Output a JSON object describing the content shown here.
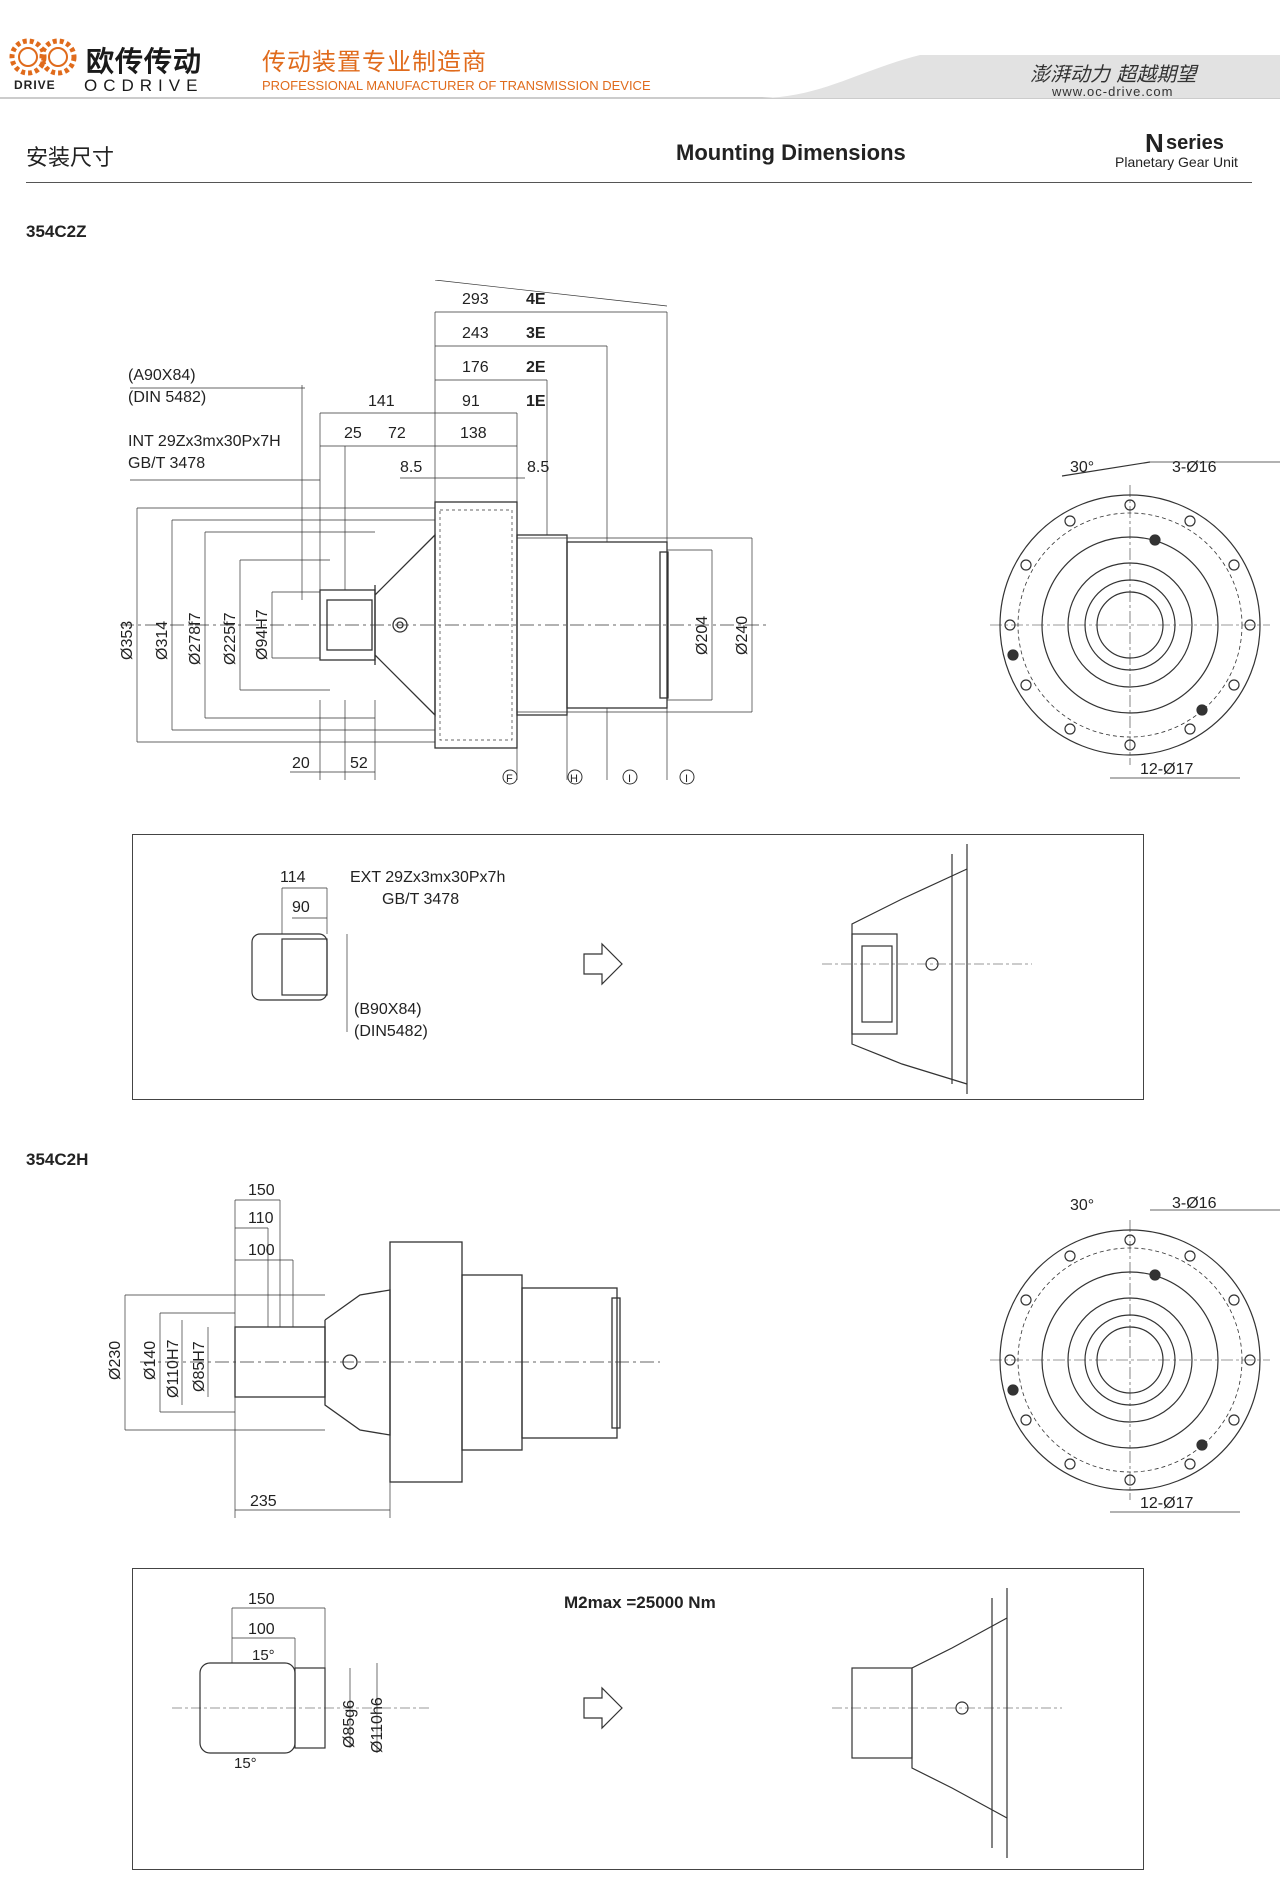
{
  "header": {
    "brand_cn": "欧传传动",
    "brand_en": "OCDRIVE",
    "drive_label": "DRIVE",
    "tagline_cn": "传动装置专业制造商",
    "tagline_en": "PROFESSIONAL MANUFACTURER OF TRANSMISSION DEVICE",
    "slogan": "澎湃动力 超越期望",
    "website": "www.oc-drive.com"
  },
  "section": {
    "title_cn": "安装尺寸",
    "title_en": "Mounting Dimensions",
    "series_letter": "N",
    "series_word": "series",
    "series_sub": "Planetary Gear Unit"
  },
  "models": {
    "m1": {
      "name": "354C2Z",
      "dims": {
        "d293": "293",
        "e4": "4E",
        "d243": "243",
        "e3": "3E",
        "d176": "176",
        "e2": "2E",
        "d91": "91",
        "e1": "1E",
        "d141": "141",
        "d25": "25",
        "d72": "72",
        "d138": "138",
        "d85a": "8.5",
        "d85b": "8.5",
        "a90": "(A90X84)",
        "din5482": "(DIN 5482)",
        "int": "INT 29Zx3mx30Px7H",
        "gbt": "GB/T 3478",
        "o353": "Ø353",
        "o314": "Ø314",
        "o278": "Ø278f7",
        "o225": "Ø225f7",
        "o94": "Ø94H7",
        "o204": "Ø204",
        "o240": "Ø240",
        "d20": "20",
        "d52": "52",
        "mF": "F",
        "mH": "H",
        "mI1": "I",
        "mI2": "I",
        "a30": "30°",
        "h316": "3-Ø16",
        "h1217": "12-Ø17"
      },
      "box": {
        "d114": "114",
        "d90": "90",
        "ext": "EXT 29Zx3mx30Px7h",
        "gbt": "GB/T 3478",
        "b90": "(B90X84)",
        "din5482": "(DIN5482)"
      }
    },
    "m2": {
      "name": "354C2H",
      "dims": {
        "d150": "150",
        "d110": "110",
        "d100": "100",
        "o230": "Ø230",
        "o140": "Ø140",
        "o110": "Ø110H7",
        "o85": "Ø85H7",
        "d235": "235",
        "a30": "30°",
        "h316": "3-Ø16",
        "h1217": "12-Ø17"
      },
      "box": {
        "d150": "150",
        "d100": "100",
        "a15a": "15°",
        "a15b": "15°",
        "o85": "Ø85g6",
        "o110": "Ø110h6",
        "torque": "M2max =25000 Nm"
      }
    }
  },
  "colors": {
    "accent": "#e06b1c",
    "line": "#333333"
  }
}
